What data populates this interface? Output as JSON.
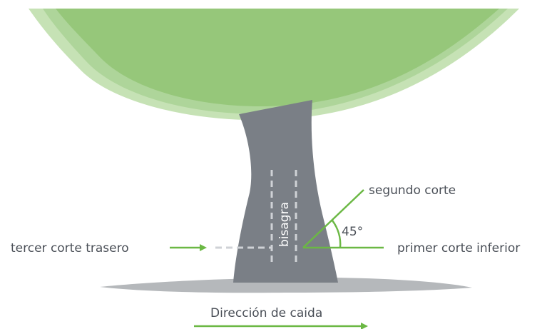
{
  "labels": {
    "hinge": "bisagra",
    "second_cut": "segundo corte",
    "angle": "45°",
    "back_cut": "tercer corte trasero",
    "first_cut": "primer corte inferior",
    "fall_direction": "Dirección de caida"
  },
  "colors": {
    "foliage_light": "#c6e2b5",
    "foliage": "#96c77a",
    "trunk": "#7a7f86",
    "ground": "#b5b8bb",
    "accent_green": "#6bb844",
    "dashed": "#cfd2d6",
    "text": "#4a4f57"
  },
  "diagram": {
    "cut_angle_degrees": 45
  }
}
